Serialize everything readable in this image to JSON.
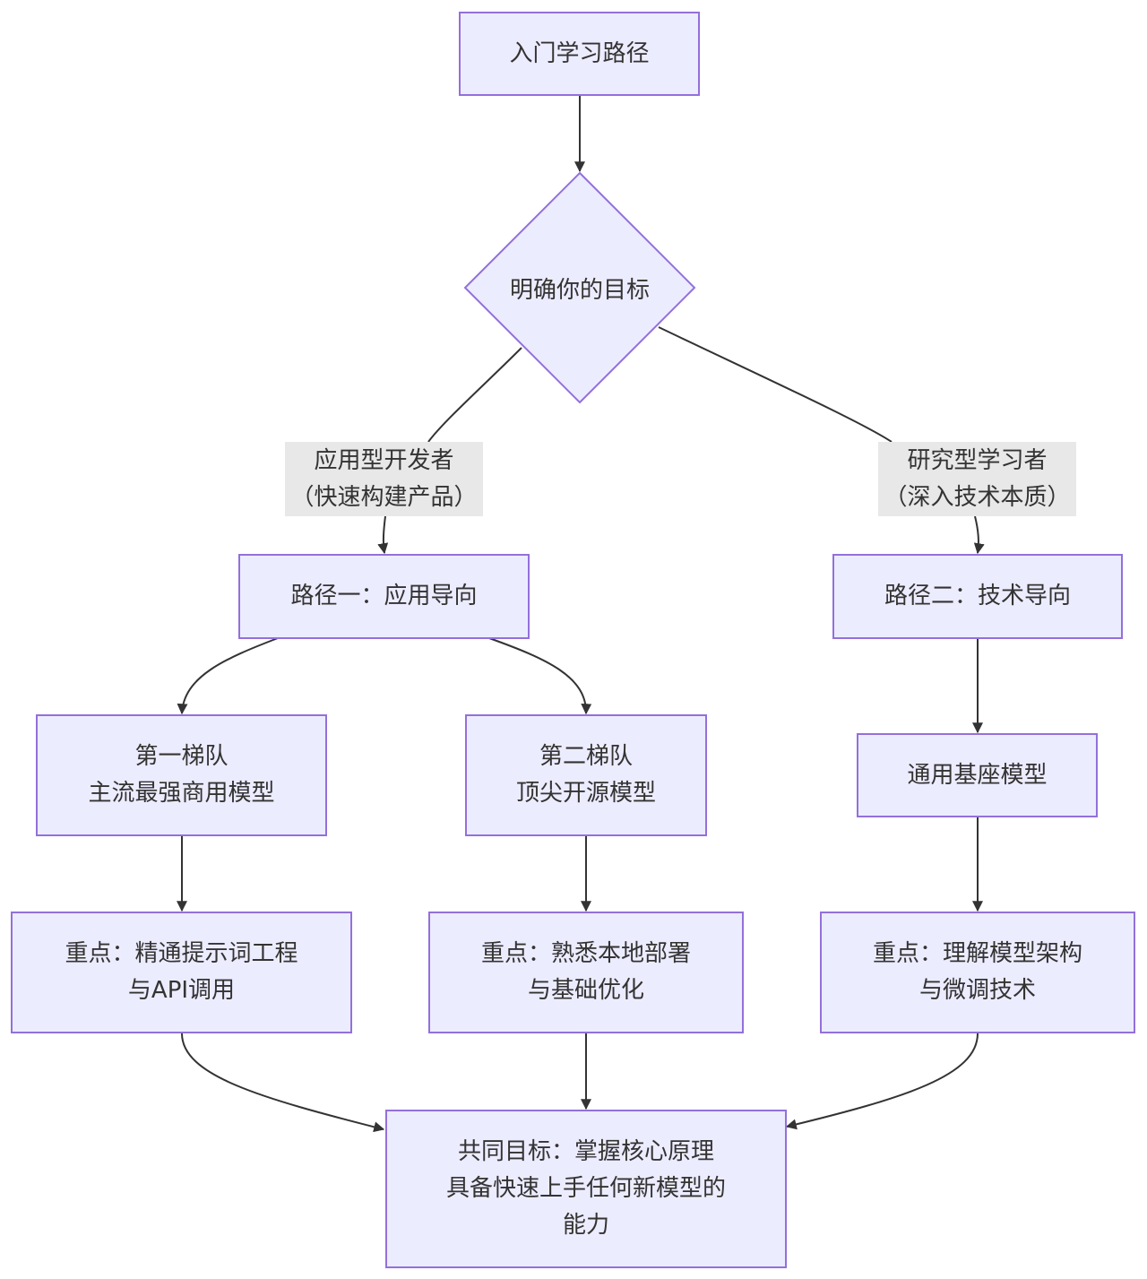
{
  "nodes": {
    "start": "入门学习路径",
    "decision": "明确你的目标",
    "path_one": "路径一：应用导向",
    "path_two": "路径二：技术导向",
    "tier_one": "第一梯队\n主流最强商用模型",
    "tier_two": "第二梯队\n顶尖开源模型",
    "base_model": "通用基座模型",
    "focus_prompt": "重点：精通提示词工程\n与API调用",
    "focus_deploy": "重点：熟悉本地部署\n与基础优化",
    "focus_arch": "重点：理解模型架构\n与微调技术",
    "goal": "共同目标：掌握核心原理\n具备快速上手任何新模型的\n能力"
  },
  "edge_labels": {
    "developer": "应用型开发者\n（快速构建产品）",
    "researcher": "研究型学习者\n（深入技术本质）"
  },
  "colors": {
    "node_fill": "#ECECFF",
    "node_border": "#9370DB",
    "edge": "#333333",
    "label_bg": "#E8E8E8"
  }
}
